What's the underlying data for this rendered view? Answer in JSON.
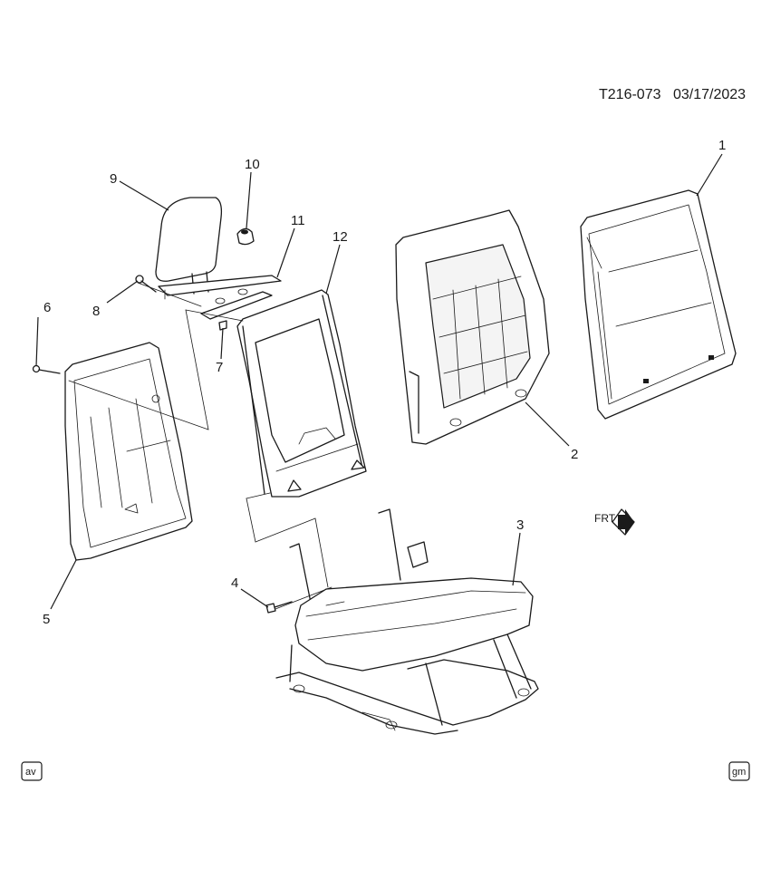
{
  "header": {
    "drawing_id": "T216-073",
    "date": "03/17/2023"
  },
  "callouts": [
    "1",
    "2",
    "3",
    "4",
    "5",
    "6",
    "7",
    "8",
    "9",
    "10",
    "11",
    "12"
  ],
  "front_indicator": "FRT",
  "badges": {
    "left": "av",
    "right": "gm"
  }
}
